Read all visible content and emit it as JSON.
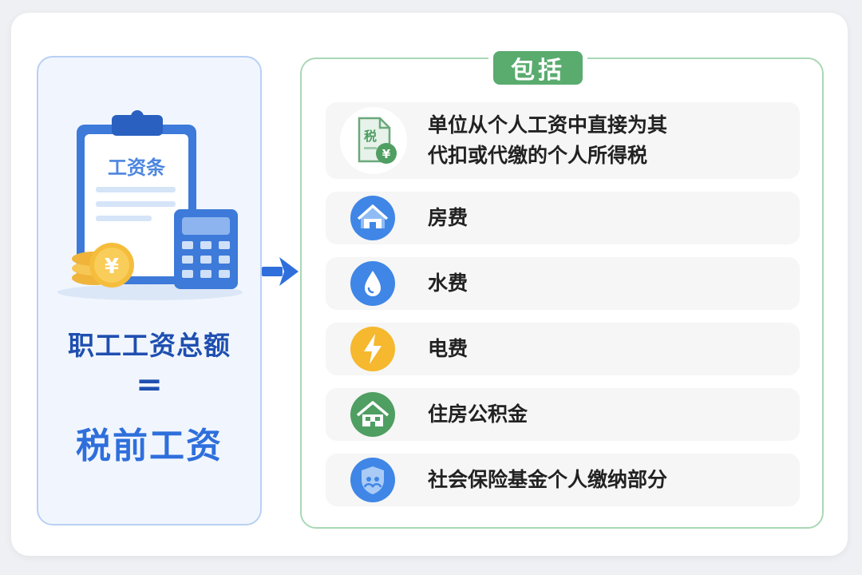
{
  "left": {
    "slip_title": "工资条",
    "currency_symbol": "¥",
    "formula_top": "职工工资总额",
    "formula_eq": "=",
    "formula_bottom": "税前工资"
  },
  "right": {
    "badge": "包括",
    "tax_icon_label": "税",
    "tax_icon_currency": "¥",
    "items": [
      {
        "line1": "单位从个人工资中直接为其",
        "line2": "代扣或代缴的个人所得税",
        "icon": "tax-document-icon"
      },
      {
        "label": "房费",
        "icon": "house-icon"
      },
      {
        "label": "水费",
        "icon": "water-drop-icon"
      },
      {
        "label": "电费",
        "icon": "lightning-icon"
      },
      {
        "label": "住房公积金",
        "icon": "housing-fund-icon"
      },
      {
        "label": "社会保险基金个人缴纳部分",
        "icon": "shield-icon"
      }
    ]
  },
  "colors": {
    "left_accent": "#2f6fdc",
    "right_accent": "#5aab6e",
    "water": "#3f86e6",
    "electric": "#f5b82e",
    "fund": "#4f9e62"
  }
}
